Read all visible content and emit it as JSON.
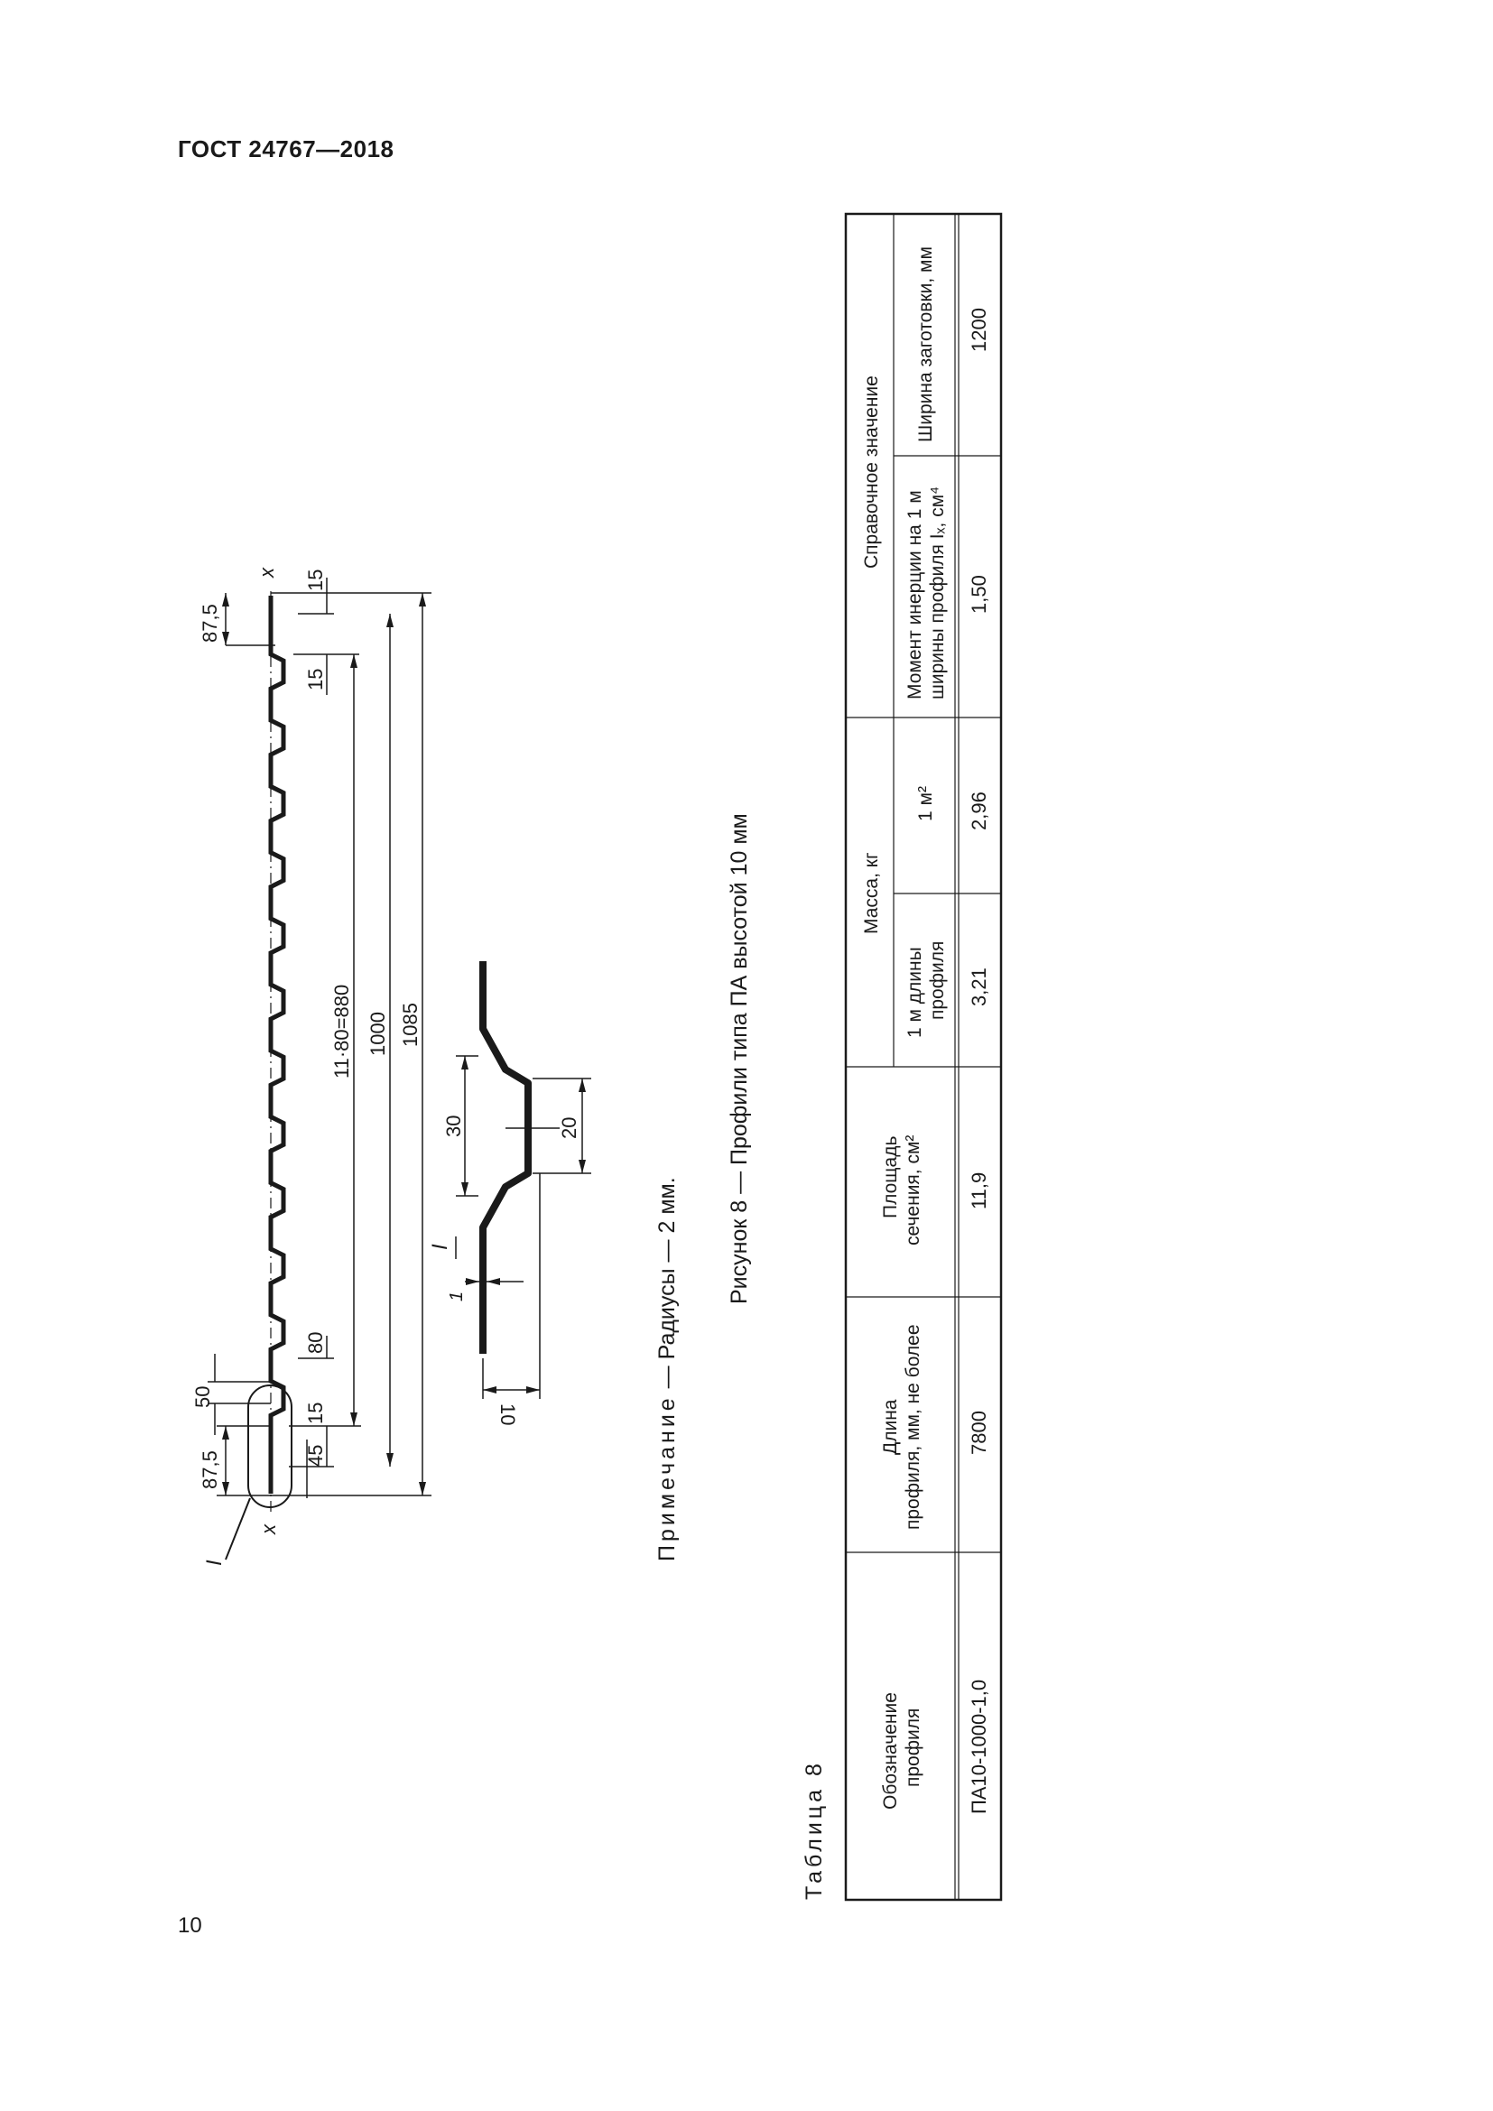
{
  "header": {
    "doc_id": "ГОСТ 24767—2018"
  },
  "page_number": "10",
  "figure": {
    "dims": {
      "x_top": "x",
      "x_bottom": "x",
      "d_87_5_top": "87,5",
      "d_15_a": "15",
      "d_15_b": "15",
      "d_11x80": "11·80=880",
      "d_1000": "1000",
      "d_1085": "1085",
      "d_50": "50",
      "d_80": "80",
      "d_15_c": "15",
      "d_87_5_bottom": "87,5",
      "d_45": "45",
      "view_I": "I",
      "detail_I": "I",
      "detail_30": "30",
      "detail_20": "20",
      "detail_10": "10",
      "detail_1": "1"
    },
    "note_label": "Примечание",
    "note_text": " — Радиусы — 2 мм.",
    "caption": "Рисунок 8 — Профили типа ПА высотой 10 мм"
  },
  "table": {
    "title": "Таблица 8",
    "headers": {
      "designation": [
        "Обозначение",
        "профиля"
      ],
      "length": [
        "Длина",
        "профиля, мм, не более"
      ],
      "area": [
        "Площадь",
        "сечения, см²"
      ],
      "mass": "Масса, кг",
      "mass_per_m": [
        "1 м длины",
        "профиля"
      ],
      "mass_per_m2": "1 м²",
      "reference": "Справочное значение",
      "inertia": [
        "Момент инерции на 1 м",
        "ширины профиля Iₓ, см⁴"
      ],
      "blank_width": "Ширина заготовки, мм"
    },
    "rows": [
      {
        "designation": "ПА10-1000-1,0",
        "length": "7800",
        "area": "11,9",
        "mass_per_m": "3,21",
        "mass_per_m2": "2,96",
        "inertia": "1,50",
        "blank_width": "1200"
      }
    ]
  }
}
